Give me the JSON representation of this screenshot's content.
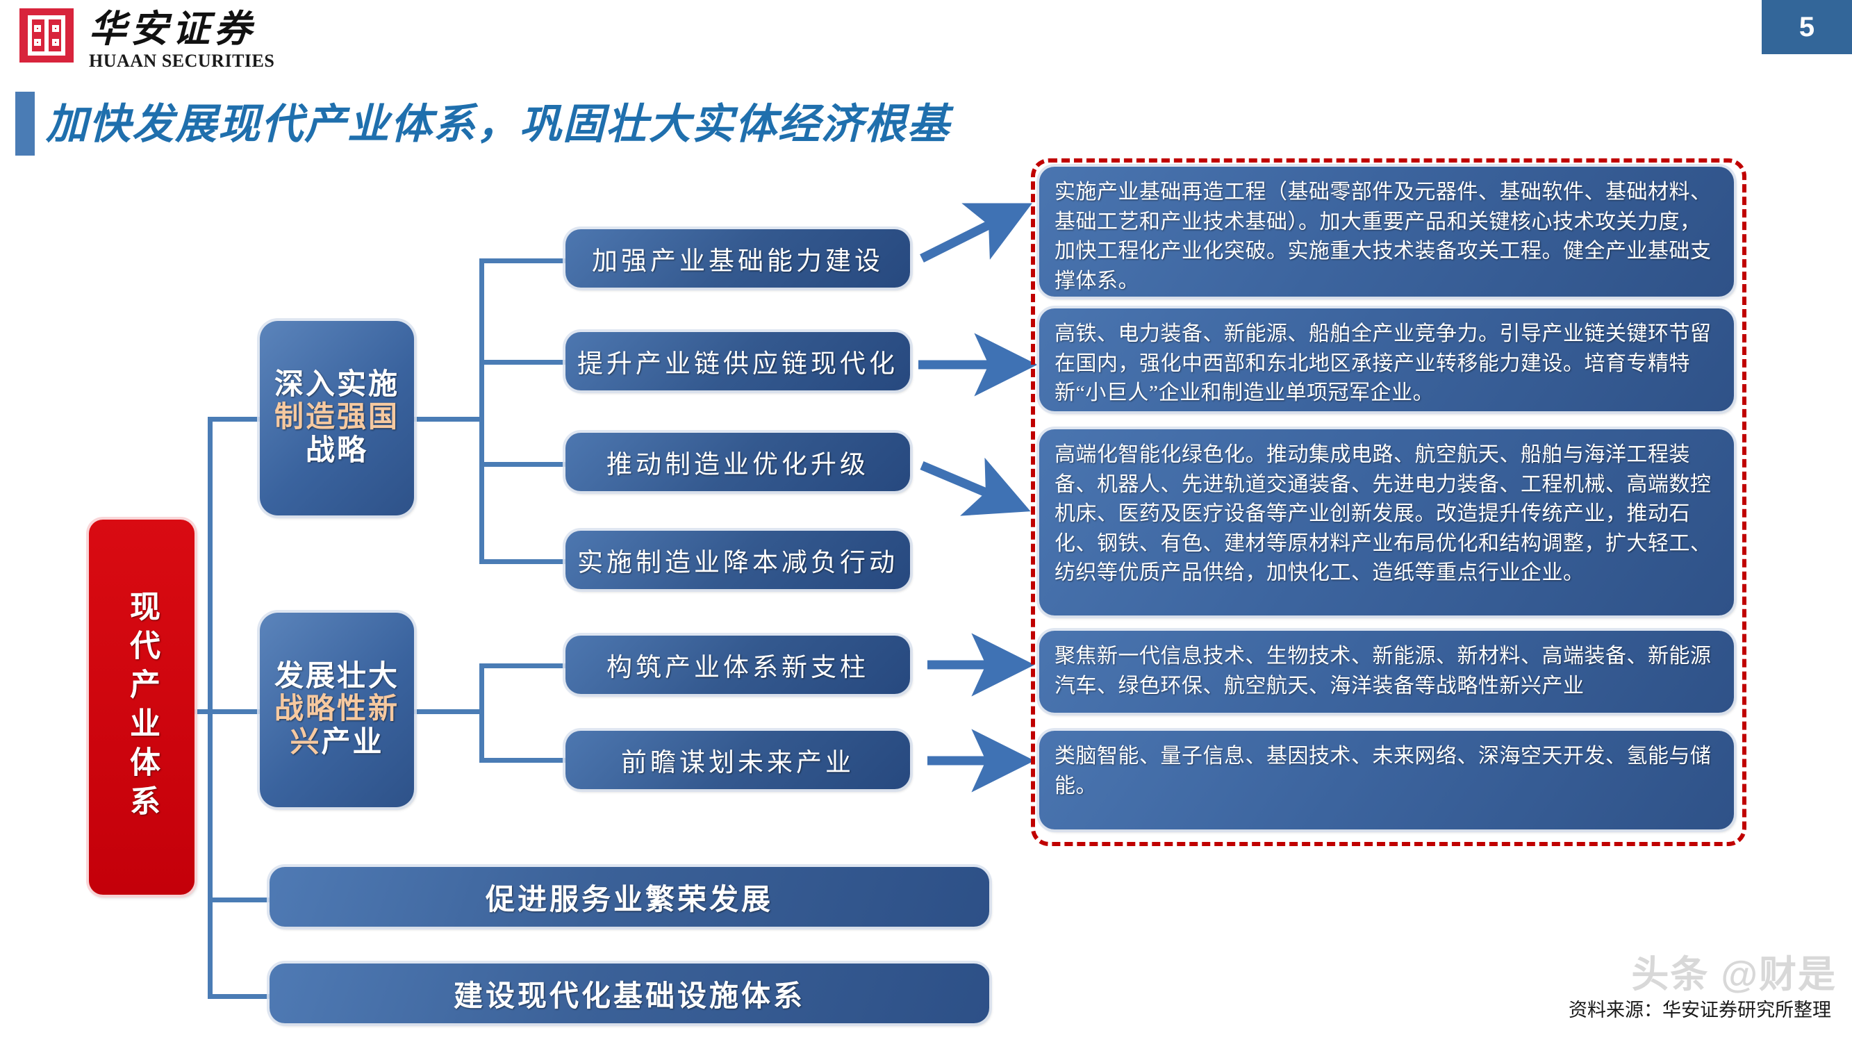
{
  "header": {
    "brand_cn": "华安证券",
    "brand_en": "HUAAN SECURITIES",
    "page_number": "5",
    "accent_blue": "#4a7cb5",
    "brand_red": "#d8243c",
    "badge_blue": "#336699"
  },
  "title": "加快发展现代产业体系，巩固壮大实体经济根基",
  "diagram": {
    "root": {
      "label": "现代产业体系",
      "color": "#d90b12"
    },
    "branches": [
      {
        "label_parts": [
          {
            "text": "深入实施",
            "highlight": false
          },
          {
            "text": "制造强国",
            "highlight": true
          },
          {
            "text": "战略",
            "highlight": false
          }
        ],
        "label": "深入实施制造强国战略"
      },
      {
        "label_parts": [
          {
            "text": "发展壮大",
            "highlight": false
          },
          {
            "text": "战略性新兴",
            "highlight": true
          },
          {
            "text": "产业",
            "highlight": false
          }
        ],
        "label": "发展壮大战略性新兴产业"
      }
    ],
    "items": [
      {
        "label": "加强产业基础能力建设"
      },
      {
        "label": "提升产业链供应链现代化"
      },
      {
        "label": "推动制造业优化升级"
      },
      {
        "label": "实施制造业降本减负行动"
      },
      {
        "label": "构筑产业体系新支柱"
      },
      {
        "label": "前瞻谋划未来产业"
      }
    ],
    "wide_items": [
      {
        "label": "促进服务业繁荣发展"
      },
      {
        "label": "建设现代化基础设施体系"
      }
    ],
    "details": [
      {
        "text": "实施产业基础再造工程（基础零部件及元器件、基础软件、基础材料、基础工艺和产业技术基础）。加大重要产品和关键核心技术攻关力度，加快工程化产业化突破。实施重大技术装备攻关工程。健全产业基础支撑体系。"
      },
      {
        "text": "高铁、电力装备、新能源、船舶全产业竞争力。引导产业链关键环节留在国内，强化中西部和东北地区承接产业转移能力建设。培育专精特新“小巨人”企业和制造业单项冠军企业。"
      },
      {
        "text": "高端化智能化绿色化。推动集成电路、航空航天、船舶与海洋工程装备、机器人、先进轨道交通装备、先进电力装备、工程机械、高端数控机床、医药及医疗设备等产业创新发展。改造提升传统产业，推动石化、钢铁、有色、建材等原材料产业布局优化和结构调整，扩大轻工、纺织等优质产品供给，加快化工、造纸等重点行业企业。"
      },
      {
        "text": "聚焦新一代信息技术、生物技术、新能源、新材料、高端装备、新能源汽车、绿色环保、航空航天、海洋装备等战略性新兴产业"
      },
      {
        "text": "类脑智能、量子信息、基因技术、未来网络、深海空天开发、氢能与储能。"
      }
    ],
    "highlight_border_color": "#c00000"
  },
  "footer": {
    "watermark": "头条 @财是",
    "source": "资料来源：华安证券研究所整理"
  }
}
